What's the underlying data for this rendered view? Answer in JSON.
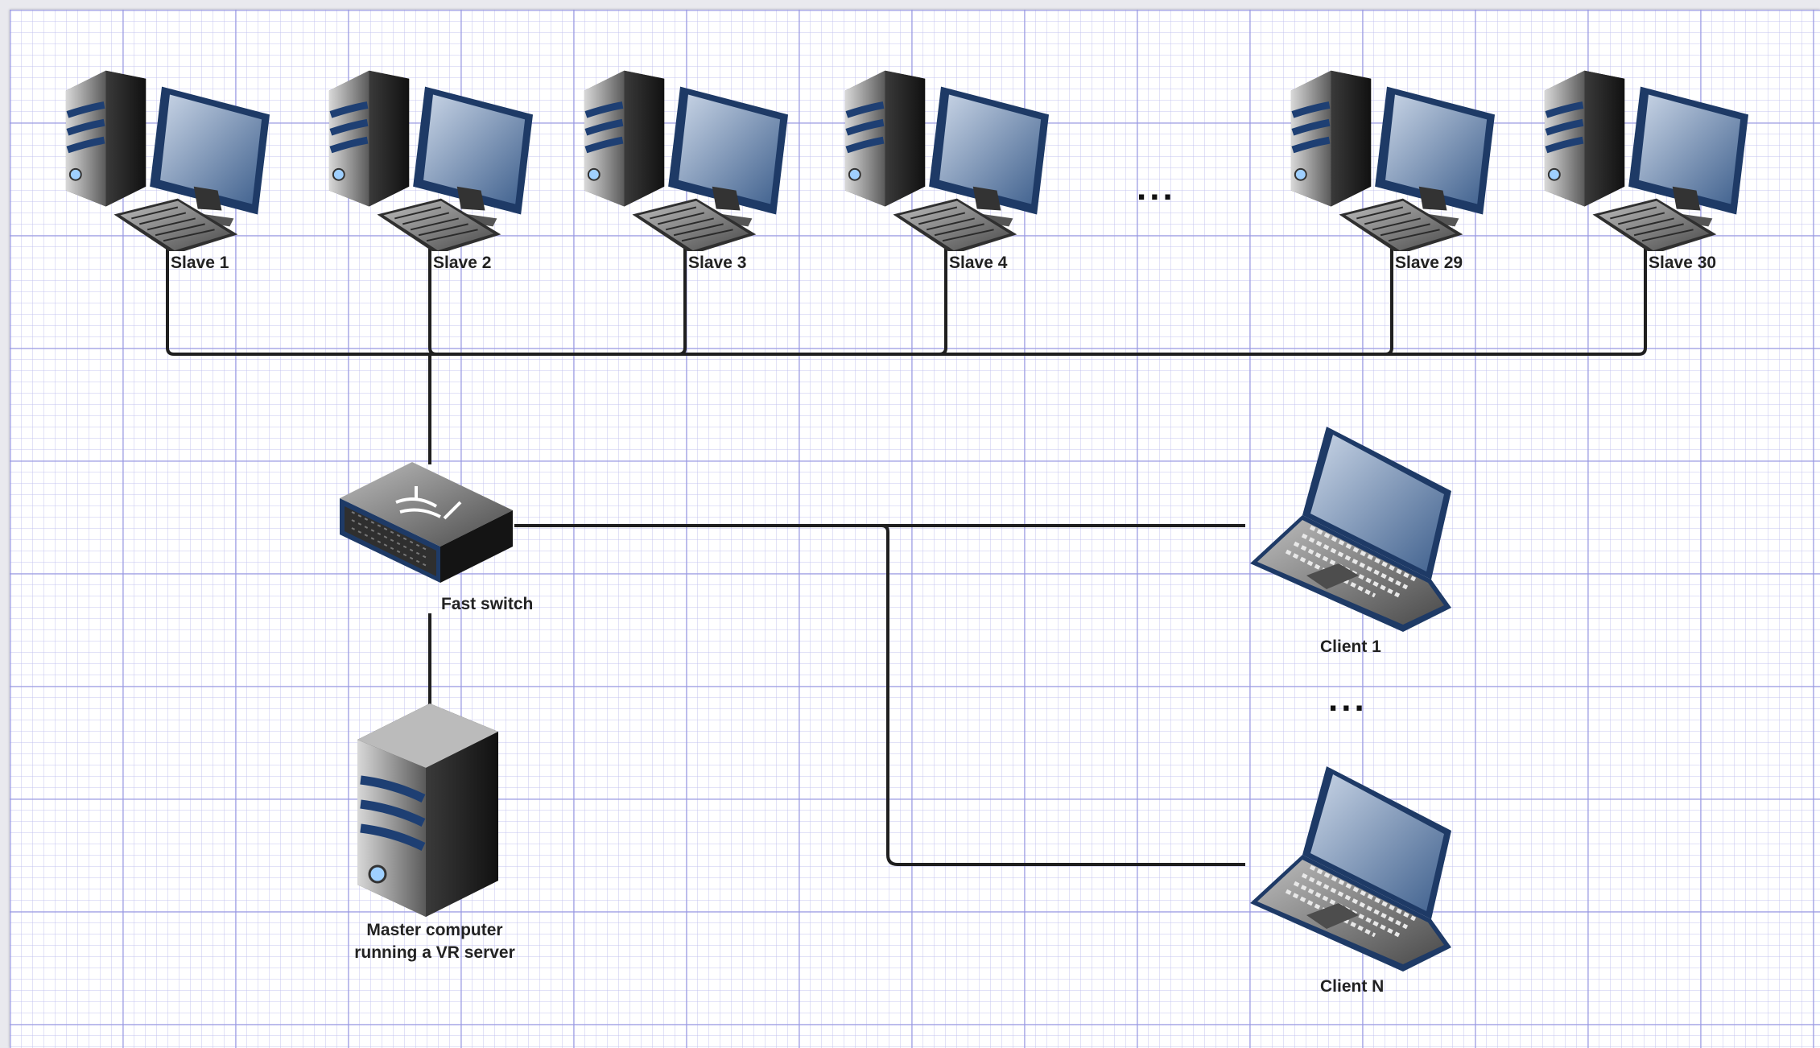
{
  "slaves": [
    {
      "label": "Slave 1"
    },
    {
      "label": "Slave 2"
    },
    {
      "label": "Slave 3"
    },
    {
      "label": "Slave 4"
    },
    {
      "label": "Slave 29"
    },
    {
      "label": "Slave 30"
    }
  ],
  "slave_ellipsis": "...",
  "switch": {
    "label": "Fast switch"
  },
  "master": {
    "label_line1": "Master computer",
    "label_line2": "running a VR server"
  },
  "clients": [
    {
      "label": "Client 1"
    },
    {
      "label": "Client N"
    }
  ],
  "client_ellipsis": "..."
}
